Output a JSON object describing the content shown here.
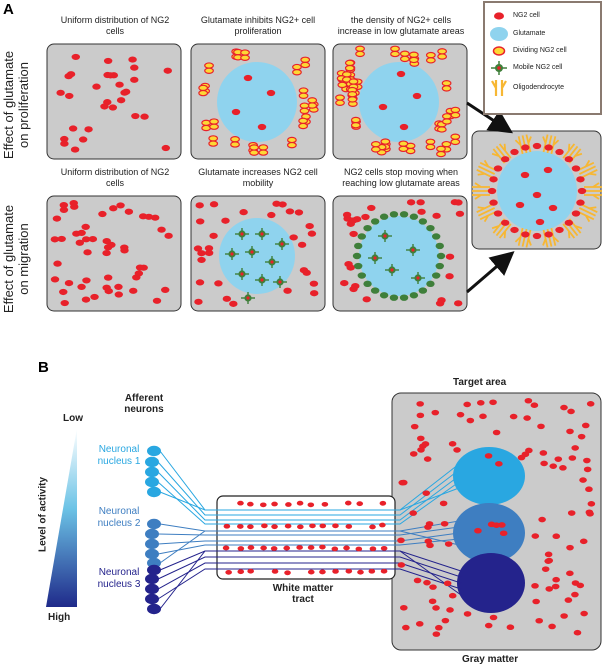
{
  "panel_a": {
    "label": "A",
    "row_labels": [
      "Effect of glutamate on proliferation",
      "Effect of glutamate on migration"
    ],
    "captions": [
      "Uniform distribution of NG2 cells",
      "Glutamate inhibits NG2+ cell proliferation",
      "the density of NG2+ cells increase in low glutamate areas",
      "Uniform distribution of NG2 cells",
      "Glutamate increases NG2 cell mobility",
      "NG2 cells stop moving when reaching low glutamate areas"
    ],
    "legend": [
      "NG2 cell",
      "Glutamate",
      "Dividing NG2 cell",
      "Mobile NG2 cell",
      "Oligodendrocyte"
    ]
  },
  "panel_b": {
    "label": "B",
    "afferent_label": "Afferent neurons",
    "activity_label": "Level of activity",
    "low_label": "Low",
    "high_label": "High",
    "nuclei": [
      "Neuronal nucleus 1",
      "Neuronal nucleus 2",
      "Neuronal nucleus 3"
    ],
    "white_matter_label": "White matter tract",
    "target_label": "Target area",
    "gray_matter_label": "Gray matter"
  },
  "colors": {
    "ng2_cell": "#e8212a",
    "glutamate": "#8fd3ee",
    "dividing_cell_fill": "#fdd835",
    "mobile_cell": "#3f7f3a",
    "oligodendrocyte": "#f7b733",
    "box_fill": "#cbcbcb",
    "nucleus1": "#29a7e1",
    "nucleus2": "#3e7ec1",
    "nucleus3": "#24238c"
  }
}
